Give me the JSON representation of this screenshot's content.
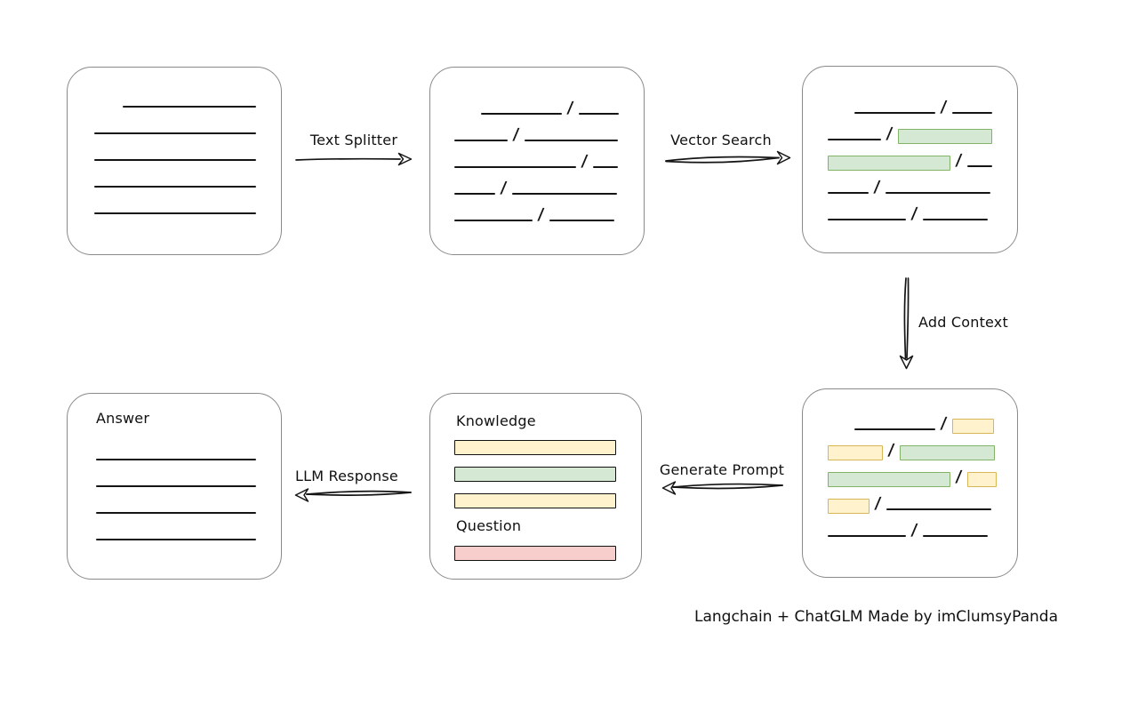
{
  "credit": "Langchain + ChatGLM Made by imClumsyPanda",
  "glyphs": {
    "slash": "/"
  },
  "colors": {
    "green_fill": "#d5e8d4",
    "green_stroke": "#82b366",
    "yellow_fill": "#fff2cc",
    "yellow_stroke": "#d6b656",
    "red_fill": "#f8cecc",
    "red_stroke": "#b85450",
    "box_stroke": "#8a8a8a",
    "line": "#141414"
  },
  "arrows": {
    "text_splitter": {
      "label": "Text Splitter"
    },
    "vector_search": {
      "label": "Vector Search"
    },
    "add_context": {
      "label": "Add Context"
    },
    "generate_prompt": {
      "label": "Generate Prompt"
    },
    "llm_response": {
      "label": "LLM Response"
    }
  },
  "boxes": {
    "source_document": {
      "rows": [
        [
          {
            "t": "gap",
            "w": 32
          },
          {
            "t": "line",
            "w": 150
          }
        ],
        [
          {
            "t": "line",
            "w": 182
          }
        ],
        [
          {
            "t": "line",
            "w": 182
          }
        ],
        [
          {
            "t": "line",
            "w": 182
          }
        ],
        [
          {
            "t": "line",
            "w": 182
          }
        ]
      ]
    },
    "split_chunks": {
      "rows": [
        [
          {
            "t": "gap",
            "w": 30
          },
          {
            "t": "line",
            "w": 91
          },
          {
            "t": "slash"
          },
          {
            "t": "line",
            "w": 45
          }
        ],
        [
          {
            "t": "line",
            "w": 60
          },
          {
            "t": "slash"
          },
          {
            "t": "line",
            "w": 105
          }
        ],
        [
          {
            "t": "line",
            "w": 137
          },
          {
            "t": "slash"
          },
          {
            "t": "line",
            "w": 28
          }
        ],
        [
          {
            "t": "line",
            "w": 46
          },
          {
            "t": "slash"
          },
          {
            "t": "line",
            "w": 118
          }
        ],
        [
          {
            "t": "line",
            "w": 88
          },
          {
            "t": "slash"
          },
          {
            "t": "line",
            "w": 73
          }
        ]
      ]
    },
    "vector_results": {
      "rows": [
        [
          {
            "t": "gap",
            "w": 30
          },
          {
            "t": "line",
            "w": 91
          },
          {
            "t": "slash"
          },
          {
            "t": "line",
            "w": 45
          }
        ],
        [
          {
            "t": "line",
            "w": 60
          },
          {
            "t": "slash"
          },
          {
            "t": "chip",
            "c": "green",
            "w": 106
          }
        ],
        [
          {
            "t": "chip",
            "c": "green",
            "w": 138
          },
          {
            "t": "slash"
          },
          {
            "t": "line",
            "w": 28
          }
        ],
        [
          {
            "t": "line",
            "w": 46
          },
          {
            "t": "slash"
          },
          {
            "t": "line",
            "w": 118
          }
        ],
        [
          {
            "t": "line",
            "w": 88
          },
          {
            "t": "slash"
          },
          {
            "t": "line",
            "w": 73
          }
        ]
      ]
    },
    "context_chunks": {
      "rows": [
        [
          {
            "t": "gap",
            "w": 30
          },
          {
            "t": "line",
            "w": 91
          },
          {
            "t": "slash"
          },
          {
            "t": "chip",
            "c": "yellow",
            "w": 47
          }
        ],
        [
          {
            "t": "chip",
            "c": "yellow",
            "w": 62
          },
          {
            "t": "slash"
          },
          {
            "t": "chip",
            "c": "green",
            "w": 107
          }
        ],
        [
          {
            "t": "chip",
            "c": "green",
            "w": 138
          },
          {
            "t": "slash"
          },
          {
            "t": "chip",
            "c": "yellow",
            "w": 33
          }
        ],
        [
          {
            "t": "chip",
            "c": "yellow",
            "w": 47
          },
          {
            "t": "slash"
          },
          {
            "t": "line",
            "w": 118
          }
        ],
        [
          {
            "t": "line",
            "w": 88
          },
          {
            "t": "slash"
          },
          {
            "t": "line",
            "w": 73
          }
        ]
      ]
    },
    "prompt": {
      "knowledge_label": "Knowledge",
      "question_label": "Question",
      "bars": [
        "yellow",
        "green",
        "yellow"
      ],
      "question_bar": "red"
    },
    "answer": {
      "label": "Answer",
      "rows": [
        [
          {
            "t": "line",
            "w": 180
          }
        ],
        [
          {
            "t": "line",
            "w": 180
          }
        ],
        [
          {
            "t": "line",
            "w": 180
          }
        ],
        [
          {
            "t": "line",
            "w": 180
          }
        ]
      ]
    }
  }
}
